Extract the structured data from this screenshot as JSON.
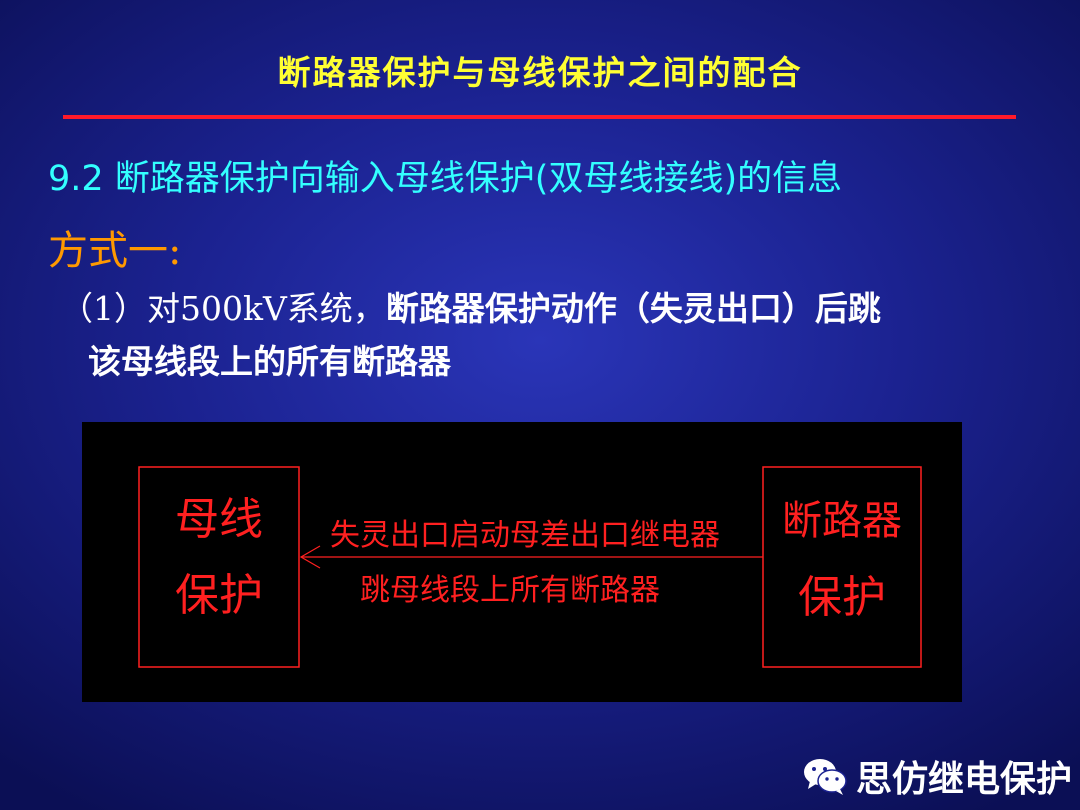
{
  "slide": {
    "title": "断路器保护与母线保护之间的配合",
    "section_heading": "9.2 断路器保护向输入母线保护(双母线接线)的信息",
    "method_label": "方式一:",
    "item": {
      "prefix": "（1）对500kV系统，",
      "bold_line1": "断路器保护动作（失灵出口）后跳",
      "bold_line2": "该母线段上的所有断路器"
    }
  },
  "diagram": {
    "left_box": {
      "line1": "母线",
      "line2": "保护"
    },
    "right_box": {
      "line1": "断路器",
      "line2": "保护"
    },
    "arrow_label_top": "失灵出口启动母差出口继电器",
    "arrow_label_bottom": "跳母线段上所有断路器",
    "stroke_color": "#ff2020"
  },
  "footer": {
    "brand": "思仿继电保护",
    "icon": "wechat-icon"
  },
  "colors": {
    "title": "#ffff33",
    "rule": "#ff1a2a",
    "heading": "#33ffff",
    "method": "#ff9900",
    "body_text": "#ffffff",
    "diagram_bg": "#000000"
  }
}
